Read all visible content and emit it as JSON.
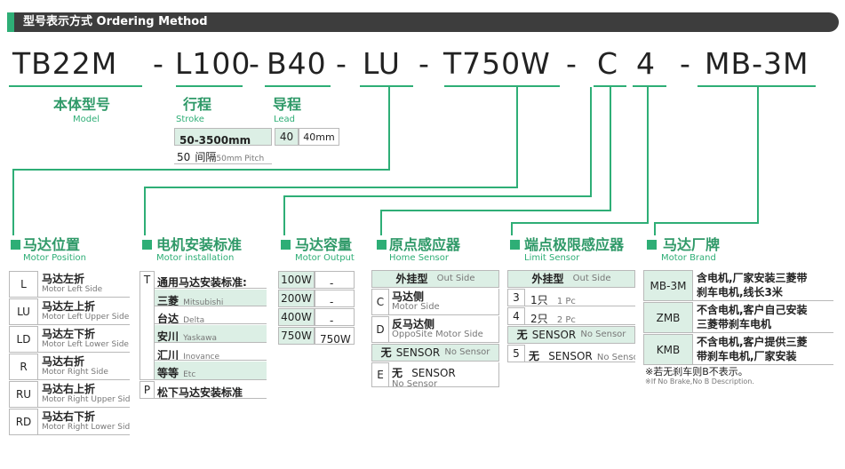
{
  "header": {
    "title": "型号表示方式 Ordering Method"
  },
  "code": {
    "model": "TB22M",
    "dash1": "-",
    "stroke": "L100",
    "dash2": "-",
    "lead": "B40",
    "dash3": "-",
    "motor_pos": "LU",
    "dash4": "-",
    "motor_out": "T750W",
    "dash5": "-",
    "home": "C",
    "limit": "4",
    "dash6": "-",
    "brand": "MB-3M"
  },
  "model": {
    "cn": "本体型号",
    "en": "Model"
  },
  "stroke": {
    "cn": "行程",
    "en": "Stroke",
    "range": "50-3500mm",
    "interval_num": "50",
    "interval_cn": "间隔",
    "interval_en": "50mm Pitch"
  },
  "lead": {
    "cn": "导程",
    "en": "Lead",
    "code": "40",
    "value": "40mm"
  },
  "motor_position": {
    "cn": "马达位置",
    "en": "Motor Position",
    "rows": [
      {
        "code": "L",
        "cn": "马达左折",
        "en": "Motor Left Side"
      },
      {
        "code": "LU",
        "cn": "马达左上折",
        "en": "Motor Left Upper Side"
      },
      {
        "code": "LD",
        "cn": "马达左下折",
        "en": "Motor Left Lower Side"
      },
      {
        "code": "R",
        "cn": "马达右折",
        "en": "Motor Right Side"
      },
      {
        "code": "RU",
        "cn": "马达右上折",
        "en": "Motor Right Upper Side"
      },
      {
        "code": "RD",
        "cn": "马达右下折",
        "en": "Motor Right Lower Side"
      }
    ]
  },
  "motor_install": {
    "cn": "电机安装标准",
    "en": "Motor installation",
    "t_code": "T",
    "t_label": "通用马达安装标准:",
    "brands": [
      {
        "cn": "三菱",
        "en": "Mitsubishi"
      },
      {
        "cn": "台达",
        "en": "Delta"
      },
      {
        "cn": "安川",
        "en": "Yaskawa"
      },
      {
        "cn": "汇川",
        "en": "Inovance"
      },
      {
        "cn": "等等",
        "en": "Etc"
      }
    ],
    "p_code": "P",
    "p_label": "松下马达安装标准"
  },
  "motor_output": {
    "cn": "马达容量",
    "en": "Motor Output",
    "rows": [
      {
        "code": "100W",
        "value": "-"
      },
      {
        "code": "200W",
        "value": "-"
      },
      {
        "code": "400W",
        "value": "-"
      },
      {
        "code": "750W",
        "value": "750W"
      }
    ]
  },
  "home_sensor": {
    "cn": "原点感应器",
    "en": "Home Sensor",
    "out_cn": "外挂型",
    "out_en": "Out Side",
    "c_code": "C",
    "c_cn": "马达侧",
    "c_en": "Motor Side",
    "d_code": "D",
    "d_cn": "反马达侧",
    "d_en": "OppoSite Motor Side",
    "none_cn": "无",
    "none_en1": "SENSOR",
    "none_en2": "No Sensor",
    "e_code": "E",
    "e_cn": "无",
    "e_en1": "SENSOR",
    "e_en2": "No Sensor"
  },
  "limit_sensor": {
    "cn": "端点极限感应器",
    "en": "Limit Sensor",
    "out_cn": "外挂型",
    "out_en": "Out Side",
    "rows": [
      {
        "code": "3",
        "cn": "1只",
        "en": "1 Pc"
      },
      {
        "code": "4",
        "cn": "2只",
        "en": "2 Pc"
      }
    ],
    "none_cn": "无",
    "none_en1": "SENSOR",
    "none_en2": "No Sensor",
    "five_code": "5",
    "five_cn": "无",
    "five_en1": "SENSOR",
    "five_en2": "No Sensor"
  },
  "motor_brand": {
    "cn": "马达厂牌",
    "en": "Motor Brand",
    "rows": [
      {
        "code": "MB-3M",
        "l1": "含电机,厂家安装三菱带",
        "l2": "刹车电机,线长3米"
      },
      {
        "code": "ZMB",
        "l1": "不含电机,客户自己安装",
        "l2": "三菱带刹车电机"
      },
      {
        "code": "KMB",
        "l1": "不含电机,客户提供三菱",
        "l2": "带刹车电机,厂家安装"
      }
    ],
    "note_cn": "※若无刹车则B不表示。",
    "note_en": "※If No Brake,No B Description."
  },
  "colors": {
    "accent": "#2eae76",
    "header": "#3d3d3d",
    "cell_fill": "#dcefe5"
  }
}
